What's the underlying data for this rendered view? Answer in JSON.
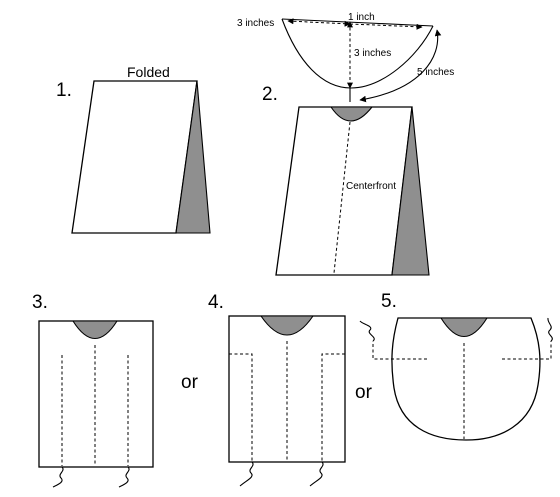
{
  "colors": {
    "line": "#000000",
    "fill": "#ffffff",
    "shade": "#8f8f8f"
  },
  "steps": {
    "s1": {
      "number": "1.",
      "caption": "Folded"
    },
    "s2": {
      "number": "2.",
      "measure_top": "1 inch",
      "measure_left": "3 inches",
      "measure_mid": "3 inches",
      "measure_curve": "5 inches",
      "center_label": "Centerfront"
    },
    "s3": {
      "number": "3."
    },
    "s4": {
      "number": "4."
    },
    "s5": {
      "number": "5."
    }
  },
  "connectors": {
    "or_1": "or",
    "or_2": "or"
  }
}
